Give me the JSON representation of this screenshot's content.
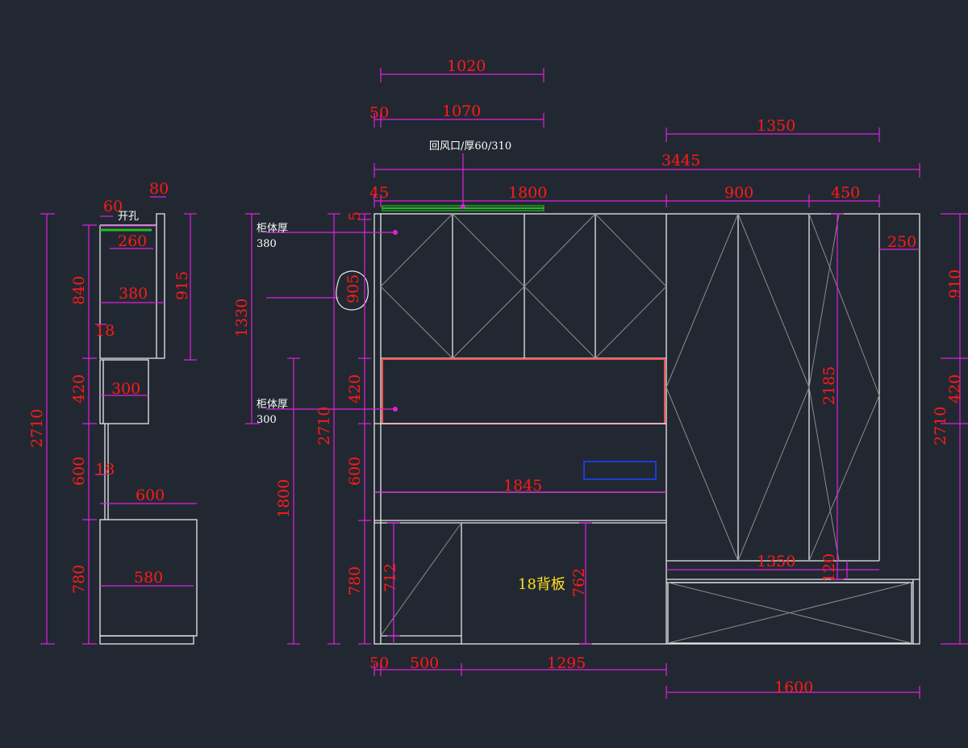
{
  "colors": {
    "background": "#222831",
    "outline": "#e8e8e8",
    "dimension_line": "#e020e0",
    "dimension_text": "#ff1a1a",
    "note_text": "#ffffff",
    "highlight_green": "#20c020",
    "highlight_red": "#ff5050",
    "highlight_blue": "#2040ff",
    "label_yellow": "#ffe020"
  },
  "annotations": {
    "return_air": "回风口/厚60/310",
    "open_hole": "开孔",
    "cabinet_thick_1": "柜体厚",
    "cabinet_thick_1_value": "380",
    "cabinet_thick_2": "柜体厚",
    "cabinet_thick_2_value": "300",
    "back_panel": "18背板"
  },
  "dims": {
    "d1020": "1020",
    "d50a": "50",
    "d1070": "1070",
    "d1350a": "1350",
    "d3445": "3445",
    "d45": "45",
    "d1800": "1800",
    "d900": "900",
    "d450": "450",
    "d250": "250",
    "d5": "5",
    "d905": "905",
    "d420a": "420",
    "d600a": "600",
    "d780a": "780",
    "d2710a": "2710",
    "d1330": "1330",
    "d1800v": "1800",
    "d1845": "1845",
    "d2185": "2185",
    "d1350b": "1350",
    "d120": "120",
    "d712": "712",
    "d762": "762",
    "d50b": "50",
    "d500": "500",
    "d1295": "1295",
    "d1600": "1600",
    "d910": "910",
    "d420r": "420",
    "d2710r": "2710",
    "s60": "60",
    "s80": "80",
    "s260": "260",
    "s380": "380",
    "s840": "840",
    "s915": "915",
    "s18a": "18",
    "s420": "420",
    "s300": "300",
    "s600v": "600",
    "s18b": "18",
    "s600h": "600",
    "s780": "780",
    "s580": "580",
    "s2710": "2710"
  }
}
